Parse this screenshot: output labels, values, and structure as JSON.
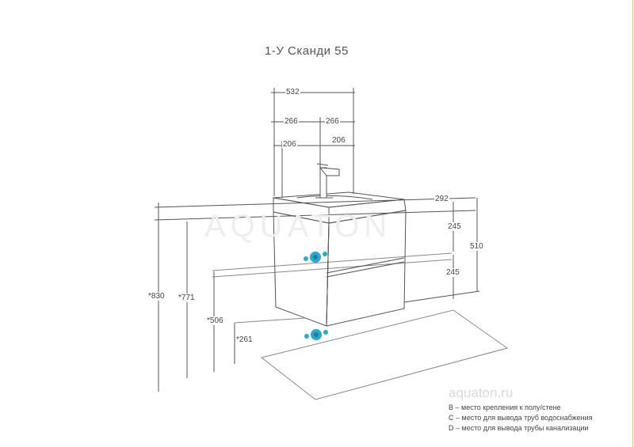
{
  "title": "1-У Сканди 55",
  "watermark": "AQUATON",
  "site": "aquaton.ru",
  "dimensions": {
    "total_width": "532",
    "half_left": "266",
    "half_right": "266",
    "inner_left": "206",
    "inner_right": "206",
    "depth": "292",
    "drawer_upper": "245",
    "drawer_total": "510",
    "drawer_lower": "245",
    "height_total": "*830",
    "height_body": "*771",
    "height_water": "*506",
    "height_drain": "*261"
  },
  "legend": {
    "b": "В – место крепления к полу/стене",
    "c": "С – место для вывода труб водоснабжения",
    "d": "D – место для вывода трубы канализации"
  },
  "colors": {
    "line": "#555555",
    "light": "#999999",
    "marker": "#2aa9c9",
    "marker_dark": "#1c7fa0"
  }
}
